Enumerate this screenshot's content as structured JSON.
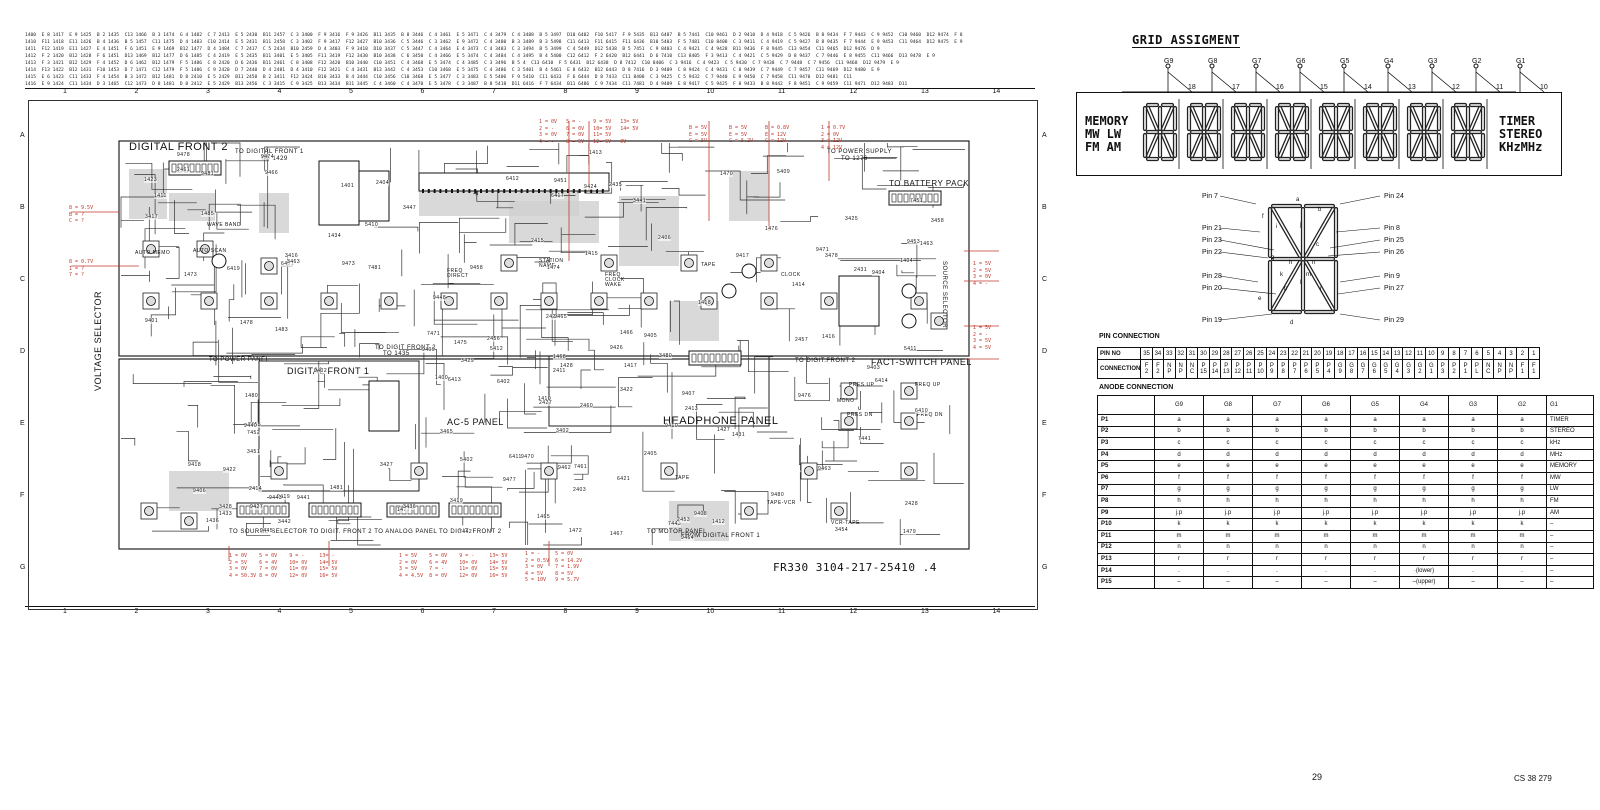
{
  "coord_lines": [
    "1400  E 8 1417  E 9 1425  B 2 1435  C13 1466  B 3 1474  G 4 1482  C 7 2413  E 5 2430  B11 2457  C 3 3400  F 9 3416  F 9 3426  B11 3435  B 8 3446  C 4 3461  E 5 3471  C 4 3479  C 4 3488  B 5 3497  D10 6402  F10 5417  F 9 5435  B13 6487  B 5 7441  C10 9461  D 2 9410  D 4 9418  C 5 9426  B 8 9434  F 7 9443  C 9 9452  C10 9460  D12 9474  F 8",
    "1410  F11 1418  E11 1426  B 4 1436  B 5 1457  C11 1475  D 4 1483  C10 2414  E 5 2431  B11 2458  C 3 3402  F 9 3417  F12 3427  B10 3436  C 5 3446  C 3 3462  E 9 3472  C 4 3480  B 3 3489  B 3 5498  C11 6413  F11 6415  F11 6436  B10 5403  F 5 7481  C10 8408  C 3 9411  C 4 9419  C 5 9427  B 8 9435  F 7 9444  E 9 9453  C11 9464  D12 9475  E 9",
    "1411  F12 1419  E11 1427  E 4 1451  F 6 1451  E 9 1469  B12 1477  D 4 1484  C 7 2417  C 5 2434  B10 2459  D 4 3403  F 9 3418  D10 3437  C 5 3447  C 4 3464  E 4 3473  C 4 3483  C 3 3494  B 5 3499  C 4 5449  D12 5438  B 5 7451  C 9 8403  C 4 9421  C 4 9428  B11 9436  F 8 9445  C13 9454  C11 9465  D12 9476  D 9",
    "1412  F 2 1420  B12 1428  F 6 1451  D13 1469  B12 1477  D 6 1485  C 4 2419  E 5 2435  B11 3401  E 5 3405  F11 3419  F12 3430  B10 3438  C 6 3450  C 4 3466  E 5 3474  C 4 3484  C 4 3495  B 4 5400  C12 6412  F 2 6420  B12 6441  D 6 7410  C13 8405  F 3 9413  C 4 9421  C 5 9429  D 8 9437  C 7 9446  E 8 9455  C11 9466  D13 9478  E 9",
    "1413  F 3 1421  B12 1429  F 4 1452  D 6 1462  B12 1479  F 5 1486  C 8 2420  D 6 2436  B11 2461  C 8 3408  F12 3420  B10 3440  C10 3451  C 4 3468  E 5 3474  C 4 3485  C 3 3496  B 5 4  C13 6410  F 5 6431  B12 6438  D 8 7412  C10 8406  C 3 9416  C 4 9423  C 5 9430  C 7 9438  C 7 9448  C 7 9456  C11 9468  D12 9479  E 9",
    "1414  F13 1422  B12 1431  F10 1453  D 7 1471  C12 1479  F 5 1486  C 9 2420  D 7 2440  D 4 2481  D 4 3410  F12 3421  C 4 3431  B13 3442  C 4 3453  C10 3468  E 5 3475  C 4 3486  C 3 5401  B 4 5461  E 8 6432  B12 6443  D 8 7416  D 3 9409  C 8 9424  C 4 9431  C 8 9439  C 7 9449  C 7 9457  C11 9469  D12 9480  E 9",
    "1415  E 6 1423  C11 1433  F 4 1454  B 3 1472  B12 1481  D 8 2410  E 5 2429  B11 2450  B 2 3411  F12 3424  B10 3433  B 4 3444  C10 3456  C10 3468  E 5 3477  C 3 3483  E 5 5406  F 9 5410  C11 6433  F 6 6444  D 8 7433  C11 8408  C 3 9425  C 5 9432  C 7 9440  E 9 9450  C 7 9458  C11 9470  D12 9481  C11",
    "1416  E 9 1424  C11 1434  D 3 1465  C12 1473  D 8 1481  D 8 2412  E 5 2429  B13 2456  C 3 3415  C 9 3425  B13 3434  B11 3445  C 4 3460  C 4 3470  E 5 3478  C 3 3487  B 8 5418  D11 6416  F 7 6434  B11 6486  C 9 7434  C11 7481  D 4 9409  E 8 9417  C 5 9425  F 8 9433  B 8 9442  F 8 9451  C 9 9459  C11 9471  D12 9483  D11"
  ],
  "columns": [
    "1",
    "2",
    "3",
    "4",
    "5",
    "6",
    "7",
    "8",
    "9",
    "10",
    "11",
    "12",
    "13",
    "14"
  ],
  "rows": [
    "A",
    "B",
    "C",
    "D",
    "E",
    "F",
    "G"
  ],
  "board": {
    "title": "DIGITAL FRONT 2",
    "digital_front_1": "DIGITAL FRONT 1",
    "ac_panel": "AC-5 PANEL",
    "headphone_panel": "HEADPHONE PANEL",
    "fact_switch_panel": "FACT-SWITCH PANEL",
    "voltage_selector": "VOLTAGE SELECTOR",
    "source_selector": "SOURCE SELECTOR",
    "to_battery_pack": "TO BATTERY PACK",
    "to_power_supply": "TO POWER SUPPLY",
    "to_power_supply_sub": "TO 1276",
    "to_digital_front_1": "TO DIGITAL FRONT 1",
    "to_digital_front_1_sub": "TO 1429",
    "to_power_panel": "TO POWER PANEL",
    "to_digit_front_2": "TO DIGIT FRONT 2",
    "to_digit_front_2_sub": "TO 1435",
    "to_digit_front_2b": "TO DIGIT.FRONT 2",
    "to_motor_panel": "TO MOTOR PANEL",
    "from_digital_front_1": "FROM DIGITAL FRONT 1",
    "bottom_connectors": "TO SOURCE SELECTOR   TO DIGIT. FRONT 2   TO ANALOG PANEL   TO DIGIT. FRONT 2",
    "footer": "FR330  3104-217-25410 .4",
    "buttons": [
      "AUTO MEMO",
      "AUTO SCAN",
      "WAVE BAND",
      "STATION NAME",
      "FREQ DIRECT",
      "FREQ CLOCK WAKE",
      "TAPE",
      "CLOCK",
      "PRES UP",
      "MONO",
      "PRES DN",
      "FREQ UP",
      "FREQ DN",
      "TAPE-VCR",
      "VCR-TAPE",
      "TAPE"
    ],
    "components": [
      "1472",
      "1473",
      "1474",
      "1475",
      "1476",
      "1477",
      "1478",
      "1480",
      "1481",
      "1485",
      "1465",
      "1466",
      "1467",
      "1483",
      "1470",
      "1463",
      "1468",
      "1479",
      "1415",
      "1416",
      "1417",
      "1418",
      "1410",
      "1411",
      "1412",
      "1414",
      "1413",
      "1404",
      "1433",
      "1428",
      "1427",
      "1431",
      "1401",
      "1400",
      "1423",
      "1436",
      "1434",
      "7481",
      "7471",
      "7443",
      "7441",
      "7442",
      "7451",
      "7452",
      "7461",
      "6412",
      "6413",
      "6419",
      "6417",
      "6410",
      "6411",
      "6402",
      "6401",
      "6414",
      "6421",
      "5402",
      "5409",
      "5410",
      "5411",
      "5412",
      "3454",
      "3451",
      "3463",
      "3480",
      "3436",
      "3465",
      "3458",
      "3478",
      "3447",
      "3416",
      "3417",
      "3419",
      "3441",
      "3442",
      "2431",
      "2435",
      "2453",
      "2455",
      "2456",
      "2457",
      "2426",
      "2427",
      "2428",
      "3427",
      "3428",
      "3429",
      "3425",
      "3422",
      "3402",
      "2403",
      "2404",
      "2405",
      "2406",
      "2460",
      "2461",
      "2411",
      "2413",
      "2414",
      "2415",
      "9401",
      "9402",
      "9403",
      "9404",
      "9405",
      "9406",
      "9407",
      "9408",
      "9409",
      "9410",
      "9417",
      "9418",
      "9419",
      "9422",
      "9424",
      "9426",
      "9427",
      "9440",
      "9441",
      "9443",
      "9445",
      "9448",
      "9451",
      "9453",
      "9458",
      "9462",
      "9463",
      "9464",
      "9465",
      "9466",
      "9470",
      "9471",
      "9473",
      "9474",
      "9476",
      "9477",
      "9478",
      "9480",
      "9481"
    ],
    "red_notes": [
      "8 = 9.5V\nB = ?\nC = ?",
      "8 = 0.7V\n1 = ?\n7 = ?",
      "1 = 0V   5 = -    9 = 5V   13= 5V\n2 = -    6 = 0V   10= 5V   14= 5V\n3 = 0V   7 = 0V   11= 5V\n4 = -    8 = 5V   12= 5V   0V",
      "B = 5V\nE = 5V\nC = 5V",
      "B = 5V\nE = 5V\nC = 5.2V",
      "B = 0.8V\nE = 12V\nC = 12V",
      "1 = 5V\n2 = 5V\n3 = 0V\n4 = -",
      "1 = 5V\n2 = -\n3 = 5V\n4 = 5V",
      "1 = 0.7V\n2 = 0V\n3 = 12V\n4 = 12V",
      "1 = 0V    5 = 0V    9 = -     13= -\n2 = 5V    6 = 4V    10= 0V    14= 5V\n3 = 0V    7 = 0V    11= 0V    15= 5V\n4 = 50.3V 8 = 0V    12= 0V    16= 5V",
      "1 = 5V    5 = 0V    9 = -     13= 5V\n2 = 0V    6 = 4V    10= 0V    14= 5V\n3 = 5V    7 = -     11= 0V    15= 5V\n4 = 4.5V  8 = 0V    12= 0V    16= 5V",
      "1 = -     5 = 0V\n2 = 0.5V  6 = 14.2V\n3 = 0V    7 = 1.9V\n4 = 5V    8 = 5V\n5 = 10V   9 = 5.7V"
    ]
  },
  "display": {
    "heading": "GRID ASSIGMENT",
    "grids": [
      "G9",
      "G8",
      "G7",
      "G6",
      "G5",
      "G4",
      "G3",
      "G2",
      "G1"
    ],
    "grid_pins": [
      "18",
      "17",
      "16",
      "15",
      "14",
      "13",
      "12",
      "11",
      "10"
    ],
    "left_words": [
      "MEMORY",
      "MW LW",
      "FM  AM"
    ],
    "right_words": [
      "TIMER",
      "STEREO",
      "KHzMHz"
    ]
  },
  "segment_pins": {
    "left": [
      "Pin 7",
      "Pin 21",
      "Pin 23",
      "Pin 22",
      "Pin 28",
      "Pin 20",
      "Pin 19"
    ],
    "right": [
      "Pin 24",
      "Pin 8",
      "Pin 25",
      "Pin 26",
      "Pin 9",
      "Pin 27",
      "Pin 29"
    ],
    "letters": [
      "a",
      "b",
      "c",
      "d",
      "e",
      "f",
      "g",
      "h",
      "i",
      "j",
      "k",
      "l",
      "m",
      "n",
      "p",
      "r"
    ]
  },
  "pin_connection": {
    "title": "PIN CONNECTION",
    "row1_label": "PIN NO",
    "row2_label": "CONNECTION",
    "pins": [
      "35",
      "34",
      "33",
      "32",
      "31",
      "30",
      "29",
      "28",
      "27",
      "26",
      "25",
      "24",
      "23",
      "22",
      "21",
      "20",
      "19",
      "18",
      "17",
      "16",
      "15",
      "14",
      "13",
      "12",
      "11",
      "10",
      "9",
      "8",
      "7",
      "6",
      "5",
      "4",
      "3",
      "2",
      "1"
    ],
    "connection_top": [
      "F",
      "F",
      "N",
      "N",
      "N",
      "P",
      "P",
      "P",
      "P",
      "P",
      "P",
      "P",
      "P",
      "P",
      "P",
      "P",
      "P",
      "G",
      "G",
      "G",
      "G",
      "G",
      "G",
      "G",
      "G",
      "G",
      "P",
      "P",
      "P",
      "P",
      "N",
      "N",
      "N",
      "F",
      "F"
    ],
    "connection_bot": [
      "2",
      "2",
      "P",
      "P",
      "C",
      "15",
      "14",
      "13",
      "12",
      "11",
      "10",
      "9",
      "8",
      "7",
      "6",
      "5",
      "4",
      "9",
      "8",
      "7",
      "6",
      "5",
      "4",
      "3",
      "2",
      "1",
      "3",
      "2",
      "1",
      "L",
      "C",
      "P",
      "P",
      "1",
      "1"
    ]
  },
  "anode_connection": {
    "title": "ANODE CONNECTION",
    "headers": [
      "G9",
      "G8",
      "G7",
      "G6",
      "G5",
      "G4",
      "G3",
      "G2",
      "G1"
    ],
    "rows": [
      {
        "label": "P1",
        "cells": [
          "a",
          "a",
          "a",
          "a",
          "a",
          "a",
          "a",
          "a",
          "TIMER"
        ]
      },
      {
        "label": "P2",
        "cells": [
          "b",
          "b",
          "b",
          "b",
          "b",
          "b",
          "b",
          "b",
          "STEREO"
        ]
      },
      {
        "label": "P3",
        "cells": [
          "c",
          "c",
          "c",
          "c",
          "c",
          "c",
          "c",
          "c",
          "kHz"
        ]
      },
      {
        "label": "P4",
        "cells": [
          "d",
          "d",
          "d",
          "d",
          "d",
          "d",
          "d",
          "d",
          "MHz"
        ]
      },
      {
        "label": "P5",
        "cells": [
          "e",
          "e",
          "e",
          "e",
          "e",
          "e",
          "e",
          "e",
          "MEMORY"
        ]
      },
      {
        "label": "P6",
        "cells": [
          "f",
          "f",
          "f",
          "f",
          "f",
          "f",
          "f",
          "f",
          "MW"
        ]
      },
      {
        "label": "P7",
        "cells": [
          "g",
          "g",
          "g",
          "g",
          "g",
          "g",
          "g",
          "g",
          "LW"
        ]
      },
      {
        "label": "P8",
        "cells": [
          "h",
          "h",
          "h",
          "h",
          "h",
          "h",
          "h",
          "h",
          "FM"
        ]
      },
      {
        "label": "P9",
        "cells": [
          "j.p",
          "j.p",
          "j.p",
          "j.p",
          "j.p",
          "j.p",
          "j.p",
          "j.p",
          "AM"
        ]
      },
      {
        "label": "P10",
        "cells": [
          "k",
          "k",
          "k",
          "k",
          "k",
          "k",
          "k",
          "k",
          "–"
        ]
      },
      {
        "label": "P11",
        "cells": [
          "m",
          "m",
          "m",
          "m",
          "m",
          "m",
          "m",
          "m",
          "–"
        ]
      },
      {
        "label": "P12",
        "cells": [
          "n",
          "n",
          "n",
          "n",
          "n",
          "n",
          "n",
          "n",
          "–"
        ]
      },
      {
        "label": "P13",
        "cells": [
          "r",
          "r",
          "r",
          "r",
          "r",
          "r",
          "r",
          "r",
          "–"
        ]
      },
      {
        "label": "P14",
        "cells": [
          ".",
          ".",
          ".",
          ".",
          ".",
          "·(lower)",
          ".",
          ".",
          "–"
        ]
      },
      {
        "label": "P15",
        "cells": [
          "–",
          "–",
          "–",
          "–",
          "–",
          "–(upper)",
          "–",
          "–",
          "–"
        ]
      }
    ]
  },
  "page_number": "29",
  "doc_code": "CS 38 279"
}
